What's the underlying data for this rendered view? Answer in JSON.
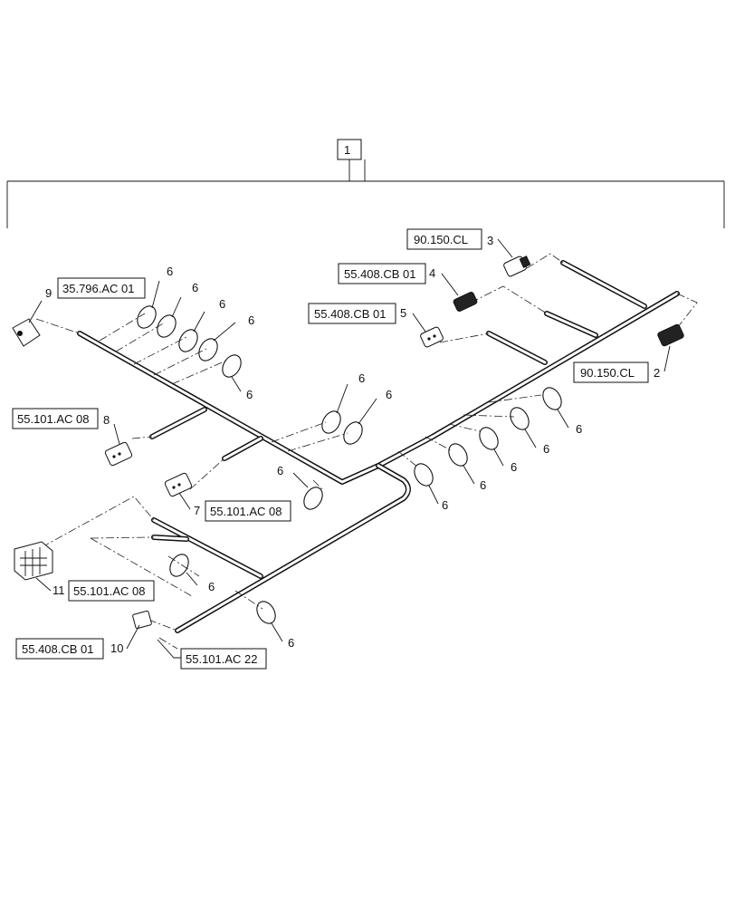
{
  "assembly": {
    "item": "1"
  },
  "items": {
    "i2": "2",
    "i3": "3",
    "i4": "4",
    "i5": "5",
    "i7": "7",
    "i8": "8",
    "i9": "9",
    "i10": "10",
    "i11": "11",
    "tie": "6"
  },
  "refs": {
    "r_90150_top": "90.150.CL",
    "r_55408_a": "55.408.CB 01",
    "r_55408_b": "55.408.CB 01",
    "r_35796": "35.796.AC 01",
    "r_90150_right": "90.150.CL",
    "r_55101_8": "55.101.AC 08",
    "r_55101_7": "55.101.AC 08",
    "r_55101_11": "55.101.AC 08",
    "r_55408_10": "55.408.CB 01",
    "r_55101_22": "55.101.AC 22"
  }
}
